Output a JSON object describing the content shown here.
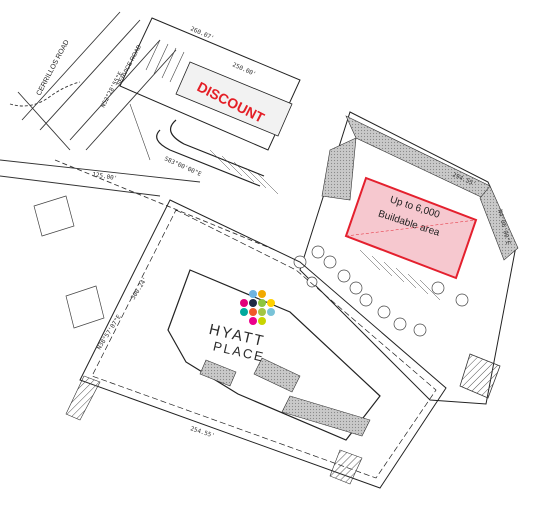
{
  "map": {
    "roads": {
      "cerrillos": "CERRILLOS ROAD",
      "service": "SERVICE ROAD"
    },
    "parcels": {
      "discount_sign": "DISCOUNT",
      "buildable_line1": "Up to 6,000",
      "buildable_line2": "Buildable area"
    },
    "hotel": {
      "brand_line1": "HYATT",
      "brand_line2": "PLACE",
      "logo_dots": [
        "#6fb3e0",
        "#f2a900",
        "#e2007a",
        "#1f2a44",
        "#8dc63f",
        "#ffd100",
        "#00a99d",
        "#f15a29",
        "#a3c644",
        "#79c3d8",
        "#ec008c",
        "#c8d400"
      ]
    },
    "dimensions": {
      "top_frontage": "250.00'",
      "top_frontage_b": "260.07'",
      "right_frontage": "294.55'",
      "right_side": "N4'06'00\"E",
      "left_side": "300.24'",
      "bottom_side": "254.55'",
      "bearing_1": "N52°28'55\"E",
      "bearing_2": "S83°00'00\"E",
      "bearing_3": "125.00'",
      "bearing_4": "N38°57'07\"E"
    },
    "colors": {
      "discount_red": "#e41e26",
      "buildable_fill": "#f6c8cf",
      "buildable_stroke": "#e4202e",
      "line": "#222222",
      "walk": "#bdbdbd"
    }
  }
}
